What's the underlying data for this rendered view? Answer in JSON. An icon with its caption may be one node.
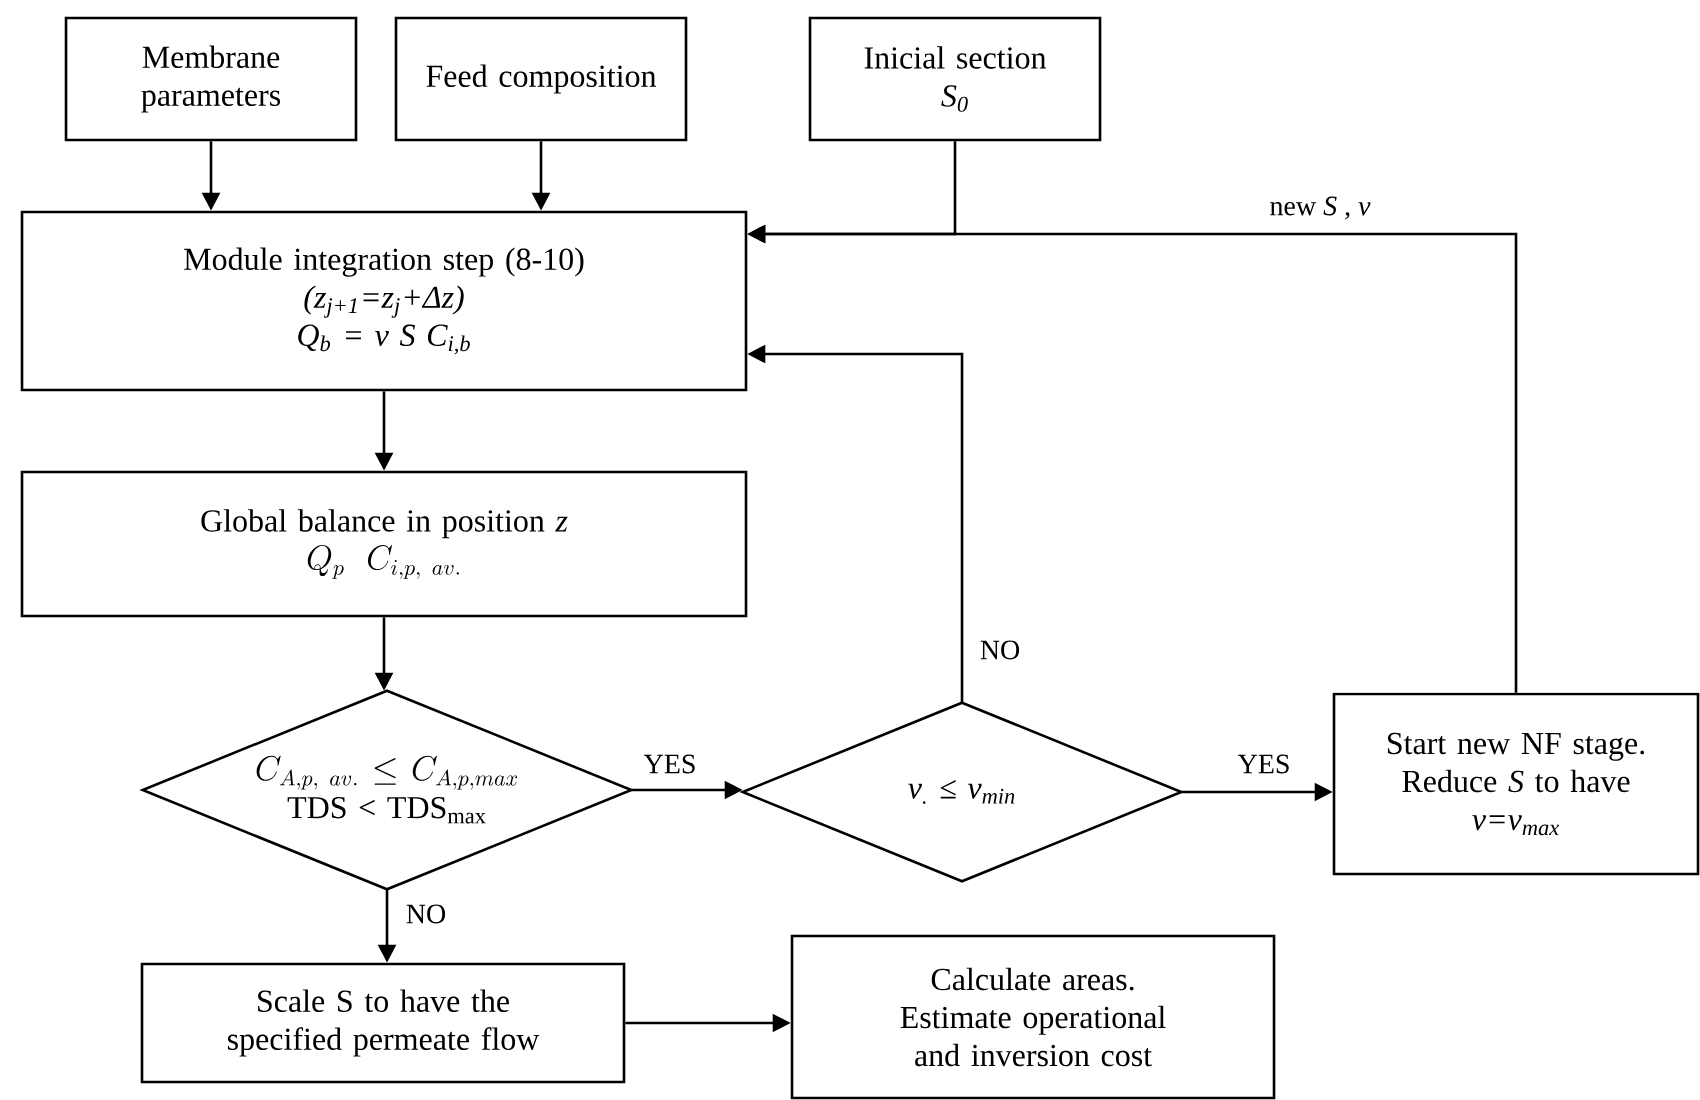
{
  "diagram": {
    "nodes": [
      {
        "text": [
          "Membrane parameters"
        ]
      },
      {
        "text": [
          "Feed composition"
        ]
      },
      {
        "text": [
          "Inicial section",
          "S$_{0}$"
        ]
      },
      {
        "text": [
          "Module integration step (8-10)",
          "(z$_{j+1}$=z$_{j}$+Δz)",
          "Q$_{b}$ = v S  C$_{i,b}$"
        ]
      },
      {
        "text": [
          "Global balance in position *z*",
          "Q_p~~C_{i,p,~av.}"
        ]
      },
      {
        "text": [
          "C_{A,p,~av.}\\le C_{A,p,max}",
          "TDS < TDS$_{max}$"
        ]
      },
      {
        "text": [
          "v$_{.}$ ≤ v$_{min}$"
        ]
      },
      {
        "text": [
          "Start new NF stage.",
          "Reduce *S* to have",
          "v=v$_{max}$"
        ]
      },
      {
        "text": [
          "Scale S to have the specified permeate flow"
        ]
      },
      {
        "text": [
          "Calculate areas.",
          "Estimate operational and inversion cost"
        ]
      }
    ],
    "edges": [
      {
        "from": 0,
        "to": 3,
        "arrow": "to"
      },
      {
        "from": 1,
        "to": 3,
        "arrow": "to"
      },
      {
        "from": 2,
        "to": 3,
        "arrow": "to"
      },
      {
        "from": 7,
        "to": 3,
        "arrow": "to",
        "label": "new *S* , *v*"
      },
      {
        "from": 3,
        "to": 4,
        "arrow": "to"
      },
      {
        "from": 4,
        "to": 5,
        "arrow": "to"
      },
      {
        "from": 5,
        "to": 6,
        "arrow": "to",
        "label": "YES"
      },
      {
        "from": 6,
        "to": 3,
        "arrow": "to",
        "label": "NO"
      },
      {
        "from": 6,
        "to": 7,
        "arrow": "to",
        "label": "YES"
      },
      {
        "from": 5,
        "to": 8,
        "arrow": "to",
        "label": "NO"
      },
      {
        "from": 8,
        "to": 9,
        "arrow": "to"
      }
    ]
  }
}
